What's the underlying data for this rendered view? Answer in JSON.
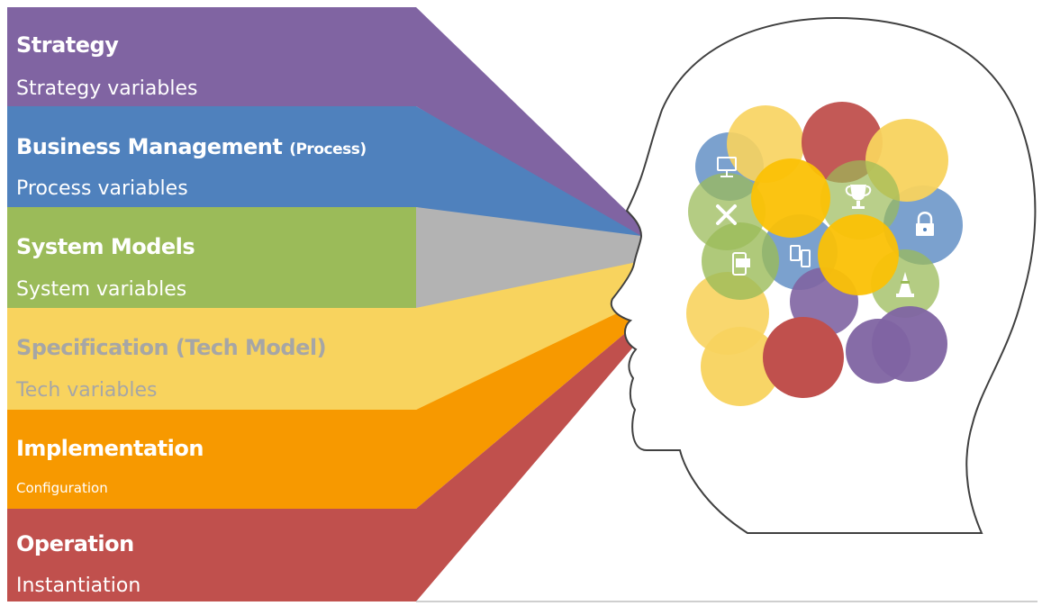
{
  "layers": [
    {
      "title": "Strategy",
      "paren": "",
      "subtitle": "Strategy variables",
      "color": "#8064a2",
      "text_color": "#ffffff"
    },
    {
      "title": "Business Management ",
      "paren": "(Process)",
      "subtitle": "Process variables",
      "color": "#4f81bd",
      "text_color": "#ffffff"
    },
    {
      "title": "System Models",
      "paren": "",
      "subtitle": "System variables",
      "color": "#9bbb59",
      "text_color": "#ffffff"
    },
    {
      "title": "Specification (Tech Model)",
      "paren": "",
      "subtitle": "Tech variables",
      "color": "#f8d35e",
      "text_color": "#a6a6a6"
    },
    {
      "title": "Implementation",
      "paren": "",
      "subtitle": "Configuration",
      "color": "#f79900",
      "text_color": "#ffffff"
    },
    {
      "title": "Operation",
      "paren": "",
      "subtitle": "Instantiation",
      "color": "#c0504d",
      "text_color": "#ffffff"
    }
  ],
  "colors": {
    "gray_funnel": "#b3b3b3",
    "head_outline": "#404040",
    "bubble_yellow": "#f8d35e",
    "bubble_gold": "#fbc105",
    "bubble_red": "#c0504d",
    "bubble_blue": "#4f81bd",
    "bubble_green": "#9bbb59",
    "bubble_purple": "#8064a2"
  },
  "icons": [
    "monitor-icon",
    "trophy-icon",
    "tools-icon",
    "lock-icon",
    "mobile-devices-icon",
    "phone-icon",
    "traffic-cone-icon"
  ]
}
